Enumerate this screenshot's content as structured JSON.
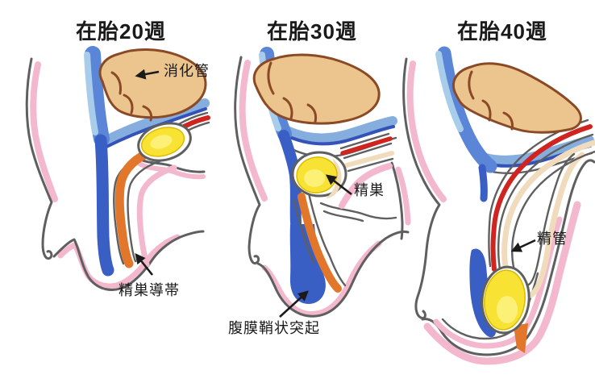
{
  "figure": {
    "panels": [
      {
        "title": "在胎20週",
        "labels": {
          "digestive_tract": "消化管",
          "gubernaculum": "精巣導帯"
        }
      },
      {
        "title": "在胎30週",
        "labels": {
          "testis": "精巣",
          "processus_vaginalis": "腹膜鞘状突起"
        }
      },
      {
        "title": "在胎40週",
        "labels": {
          "vas_deferens": "精管"
        }
      }
    ],
    "palette": {
      "paper": "#ffffff",
      "ink": "#1a1a1a",
      "outline": "#5f5f5f",
      "pink": "#f4b8ce",
      "blue": "#3a5fc4",
      "midblue": "#5b85d6",
      "lightblue": "#85aede",
      "skyblue": "#a8cdeb",
      "darkblue": "#3552b8",
      "orange": "#e2772b",
      "red": "#cf2420",
      "cream": "#f0dcbc",
      "tan": "#ecc48e",
      "brown": "#8a4a26",
      "yellow": "#f8e233",
      "yellowhl": "#fdf382",
      "yellowedge": "#d9bb00"
    }
  }
}
